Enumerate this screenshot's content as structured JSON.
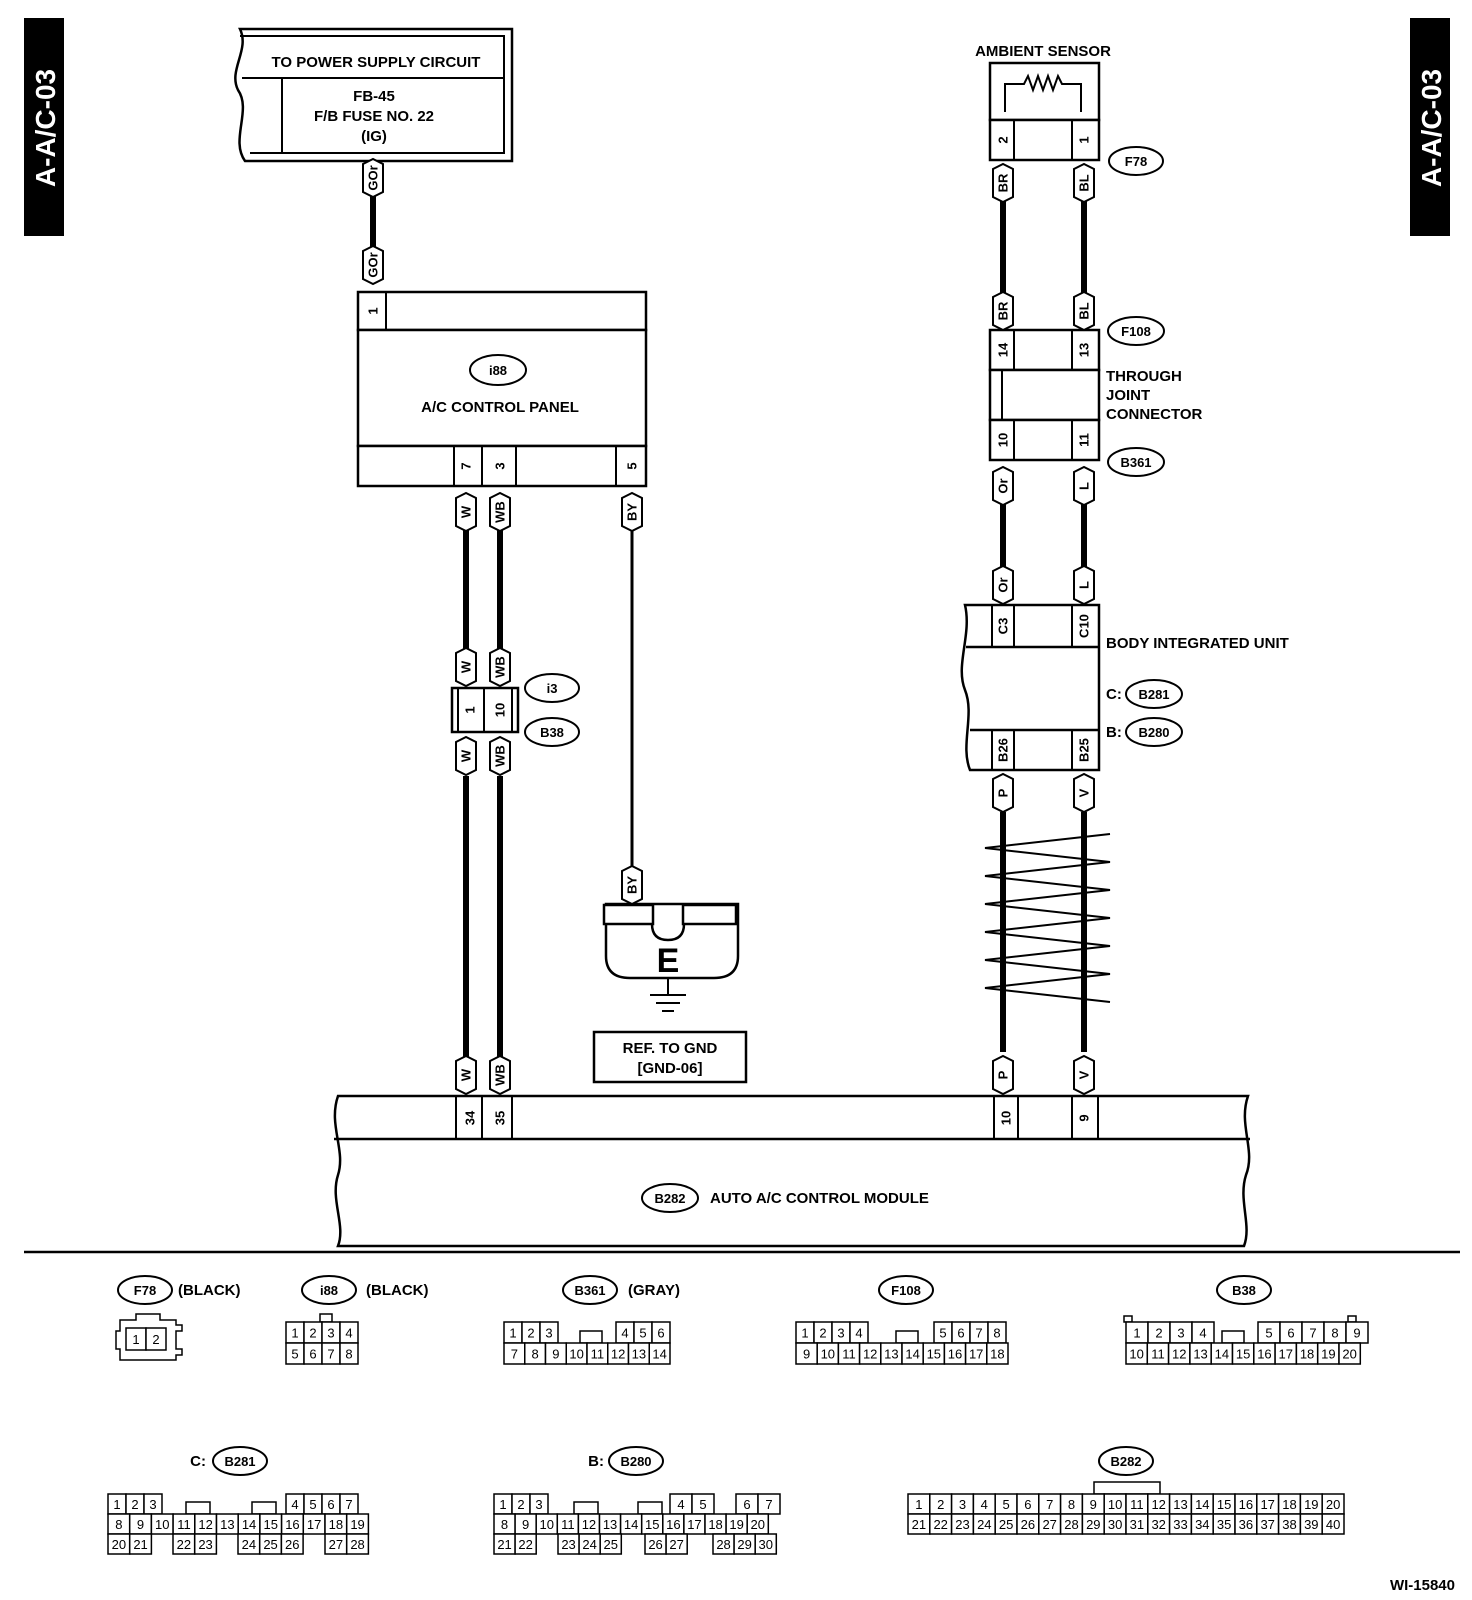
{
  "side_tab": "A-A/C-03",
  "diagram_id": "WI-15840",
  "power_box": {
    "title": "TO POWER SUPPLY CIRCUIT",
    "line1": "FB-45",
    "line2": "F/B FUSE NO. 22",
    "line3": "(IG)"
  },
  "ambient_sensor": "AMBIENT SENSOR",
  "ac_panel": {
    "conn": "i88",
    "name": "A/C CONTROL PANEL"
  },
  "through_joint": [
    "THROUGH",
    "JOINT",
    "CONNECTOR"
  ],
  "biu": {
    "name": "BODY INTEGRATED UNIT",
    "c_prefix": "C:",
    "c_conn": "B281",
    "b_prefix": "B:",
    "b_conn": "B280"
  },
  "ground": {
    "letter": "E",
    "ref1": "REF. TO GND",
    "ref2": "[GND-06]"
  },
  "module": {
    "conn": "B282",
    "name": "AUTO A/C CONTROL MODULE"
  },
  "connectors": {
    "F78": "F78",
    "F108": "F108",
    "B361": "B361",
    "i3": "i3",
    "B38": "B38"
  },
  "wire_colors": {
    "gor": "GOr",
    "w": "W",
    "wb": "WB",
    "by": "BY",
    "br": "BR",
    "bl": "BL",
    "or": "Or",
    "l": "L",
    "p": "P",
    "v": "V"
  },
  "pins": {
    "p1": "1",
    "p7": "7",
    "p3": "3",
    "p5": "5",
    "p2": "2",
    "p14": "14",
    "p13": "13",
    "p10": "10",
    "p11": "11",
    "c3": "C3",
    "c10": "C10",
    "b26": "B26",
    "b25": "B25",
    "p34": "34",
    "p35": "35",
    "p9": "9"
  },
  "legend": {
    "f78": {
      "conn": "F78",
      "color": "(BLACK)",
      "pins": [
        "1",
        "2"
      ]
    },
    "i88": {
      "conn": "i88",
      "color": "(BLACK)",
      "row1": [
        "1",
        "2",
        "3",
        "4"
      ],
      "row2": [
        "5",
        "6",
        "7",
        "8"
      ]
    },
    "b361": {
      "conn": "B361",
      "color": "(GRAY)",
      "row1a": [
        "1",
        "2",
        "3"
      ],
      "row1b": [
        "4",
        "5",
        "6"
      ],
      "row2": [
        "7",
        "8",
        "9",
        "10",
        "11",
        "12",
        "13",
        "14"
      ]
    },
    "f108": {
      "conn": "F108",
      "row1a": [
        "1",
        "2",
        "3",
        "4"
      ],
      "row1b": [
        "5",
        "6",
        "7",
        "8"
      ],
      "row2": [
        "9",
        "10",
        "11",
        "12",
        "13",
        "14",
        "15",
        "16",
        "17",
        "18"
      ]
    },
    "b38": {
      "conn": "B38",
      "row1a": [
        "1",
        "2",
        "3",
        "4"
      ],
      "row1b": [
        "5",
        "6",
        "7",
        "8",
        "9"
      ],
      "row2": [
        "10",
        "11",
        "12",
        "13",
        "14",
        "15",
        "16",
        "17",
        "18",
        "19",
        "20"
      ]
    },
    "b281": {
      "prefix": "C:",
      "conn": "B281",
      "row1a": [
        "1",
        "2",
        "3"
      ],
      "row1b": [
        "4",
        "5",
        "6",
        "7"
      ],
      "row2": [
        "8",
        "9",
        "10",
        "11",
        "12",
        "13",
        "14",
        "15",
        "16",
        "17",
        "18",
        "19"
      ],
      "row3a": [
        "20",
        "21"
      ],
      "row3b": [
        "22",
        "23"
      ],
      "row3c": [
        "24",
        "25",
        "26"
      ],
      "row3d": [
        "27",
        "28"
      ]
    },
    "b280": {
      "prefix": "B:",
      "conn": "B280",
      "row1a": [
        "1",
        "2",
        "3"
      ],
      "row1b": [
        "4",
        "5"
      ],
      "row1c": [
        "6",
        "7"
      ],
      "row2": [
        "8",
        "9",
        "10",
        "11",
        "12",
        "13",
        "14",
        "15",
        "16",
        "17",
        "18",
        "19",
        "20"
      ],
      "row3a": [
        "21",
        "22"
      ],
      "row3b": [
        "23",
        "24",
        "25"
      ],
      "row3c": [
        "26",
        "27"
      ],
      "row3d": [
        "28",
        "29",
        "30"
      ]
    },
    "b282": {
      "conn": "B282",
      "row1": [
        "1",
        "2",
        "3",
        "4",
        "5",
        "6",
        "7",
        "8",
        "9",
        "10",
        "11",
        "12",
        "13",
        "14",
        "15",
        "16",
        "17",
        "18",
        "19",
        "20"
      ],
      "row2": [
        "21",
        "22",
        "23",
        "24",
        "25",
        "26",
        "27",
        "28",
        "29",
        "30",
        "31",
        "32",
        "33",
        "34",
        "35",
        "36",
        "37",
        "38",
        "39",
        "40"
      ]
    }
  }
}
